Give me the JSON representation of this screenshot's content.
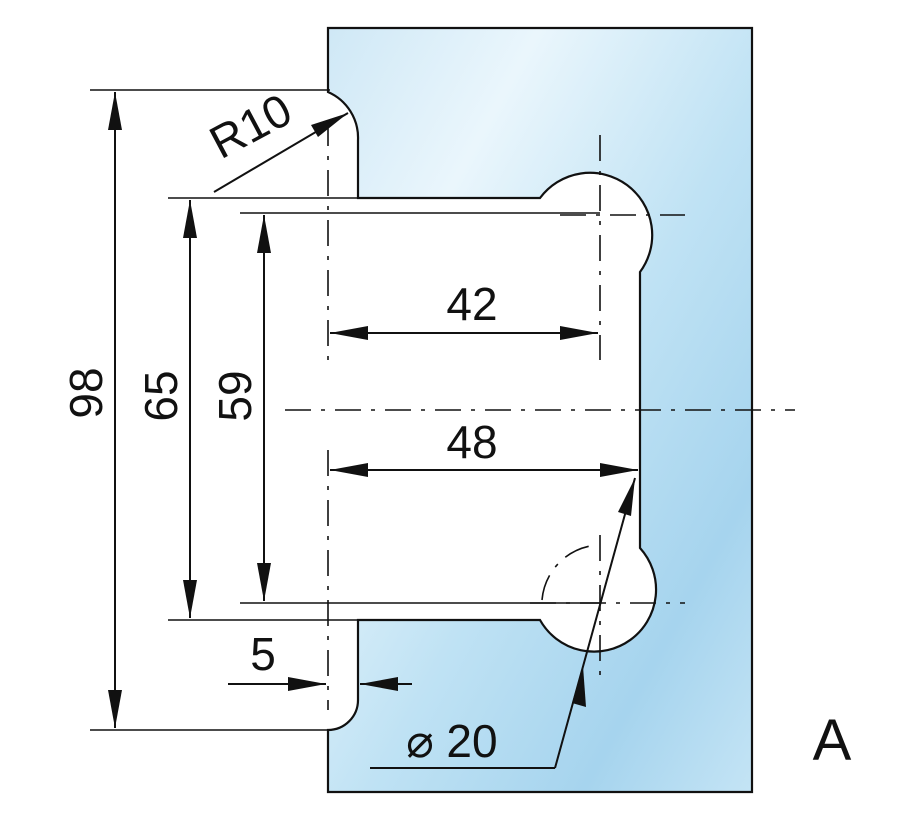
{
  "drawing": {
    "view_label": "A",
    "colors": {
      "glass_light": "#e8f4fb",
      "glass_dark": "#a9d6ef",
      "ink": "#111111"
    },
    "dimensions": {
      "overall_height": "98",
      "outer_height": "65",
      "inner_height": "59",
      "top_width": "42",
      "bottom_width": "48",
      "edge_offset": "5",
      "corner_radius": "R10",
      "hole_diameter": "20",
      "diameter_symbol": "⌀"
    }
  }
}
